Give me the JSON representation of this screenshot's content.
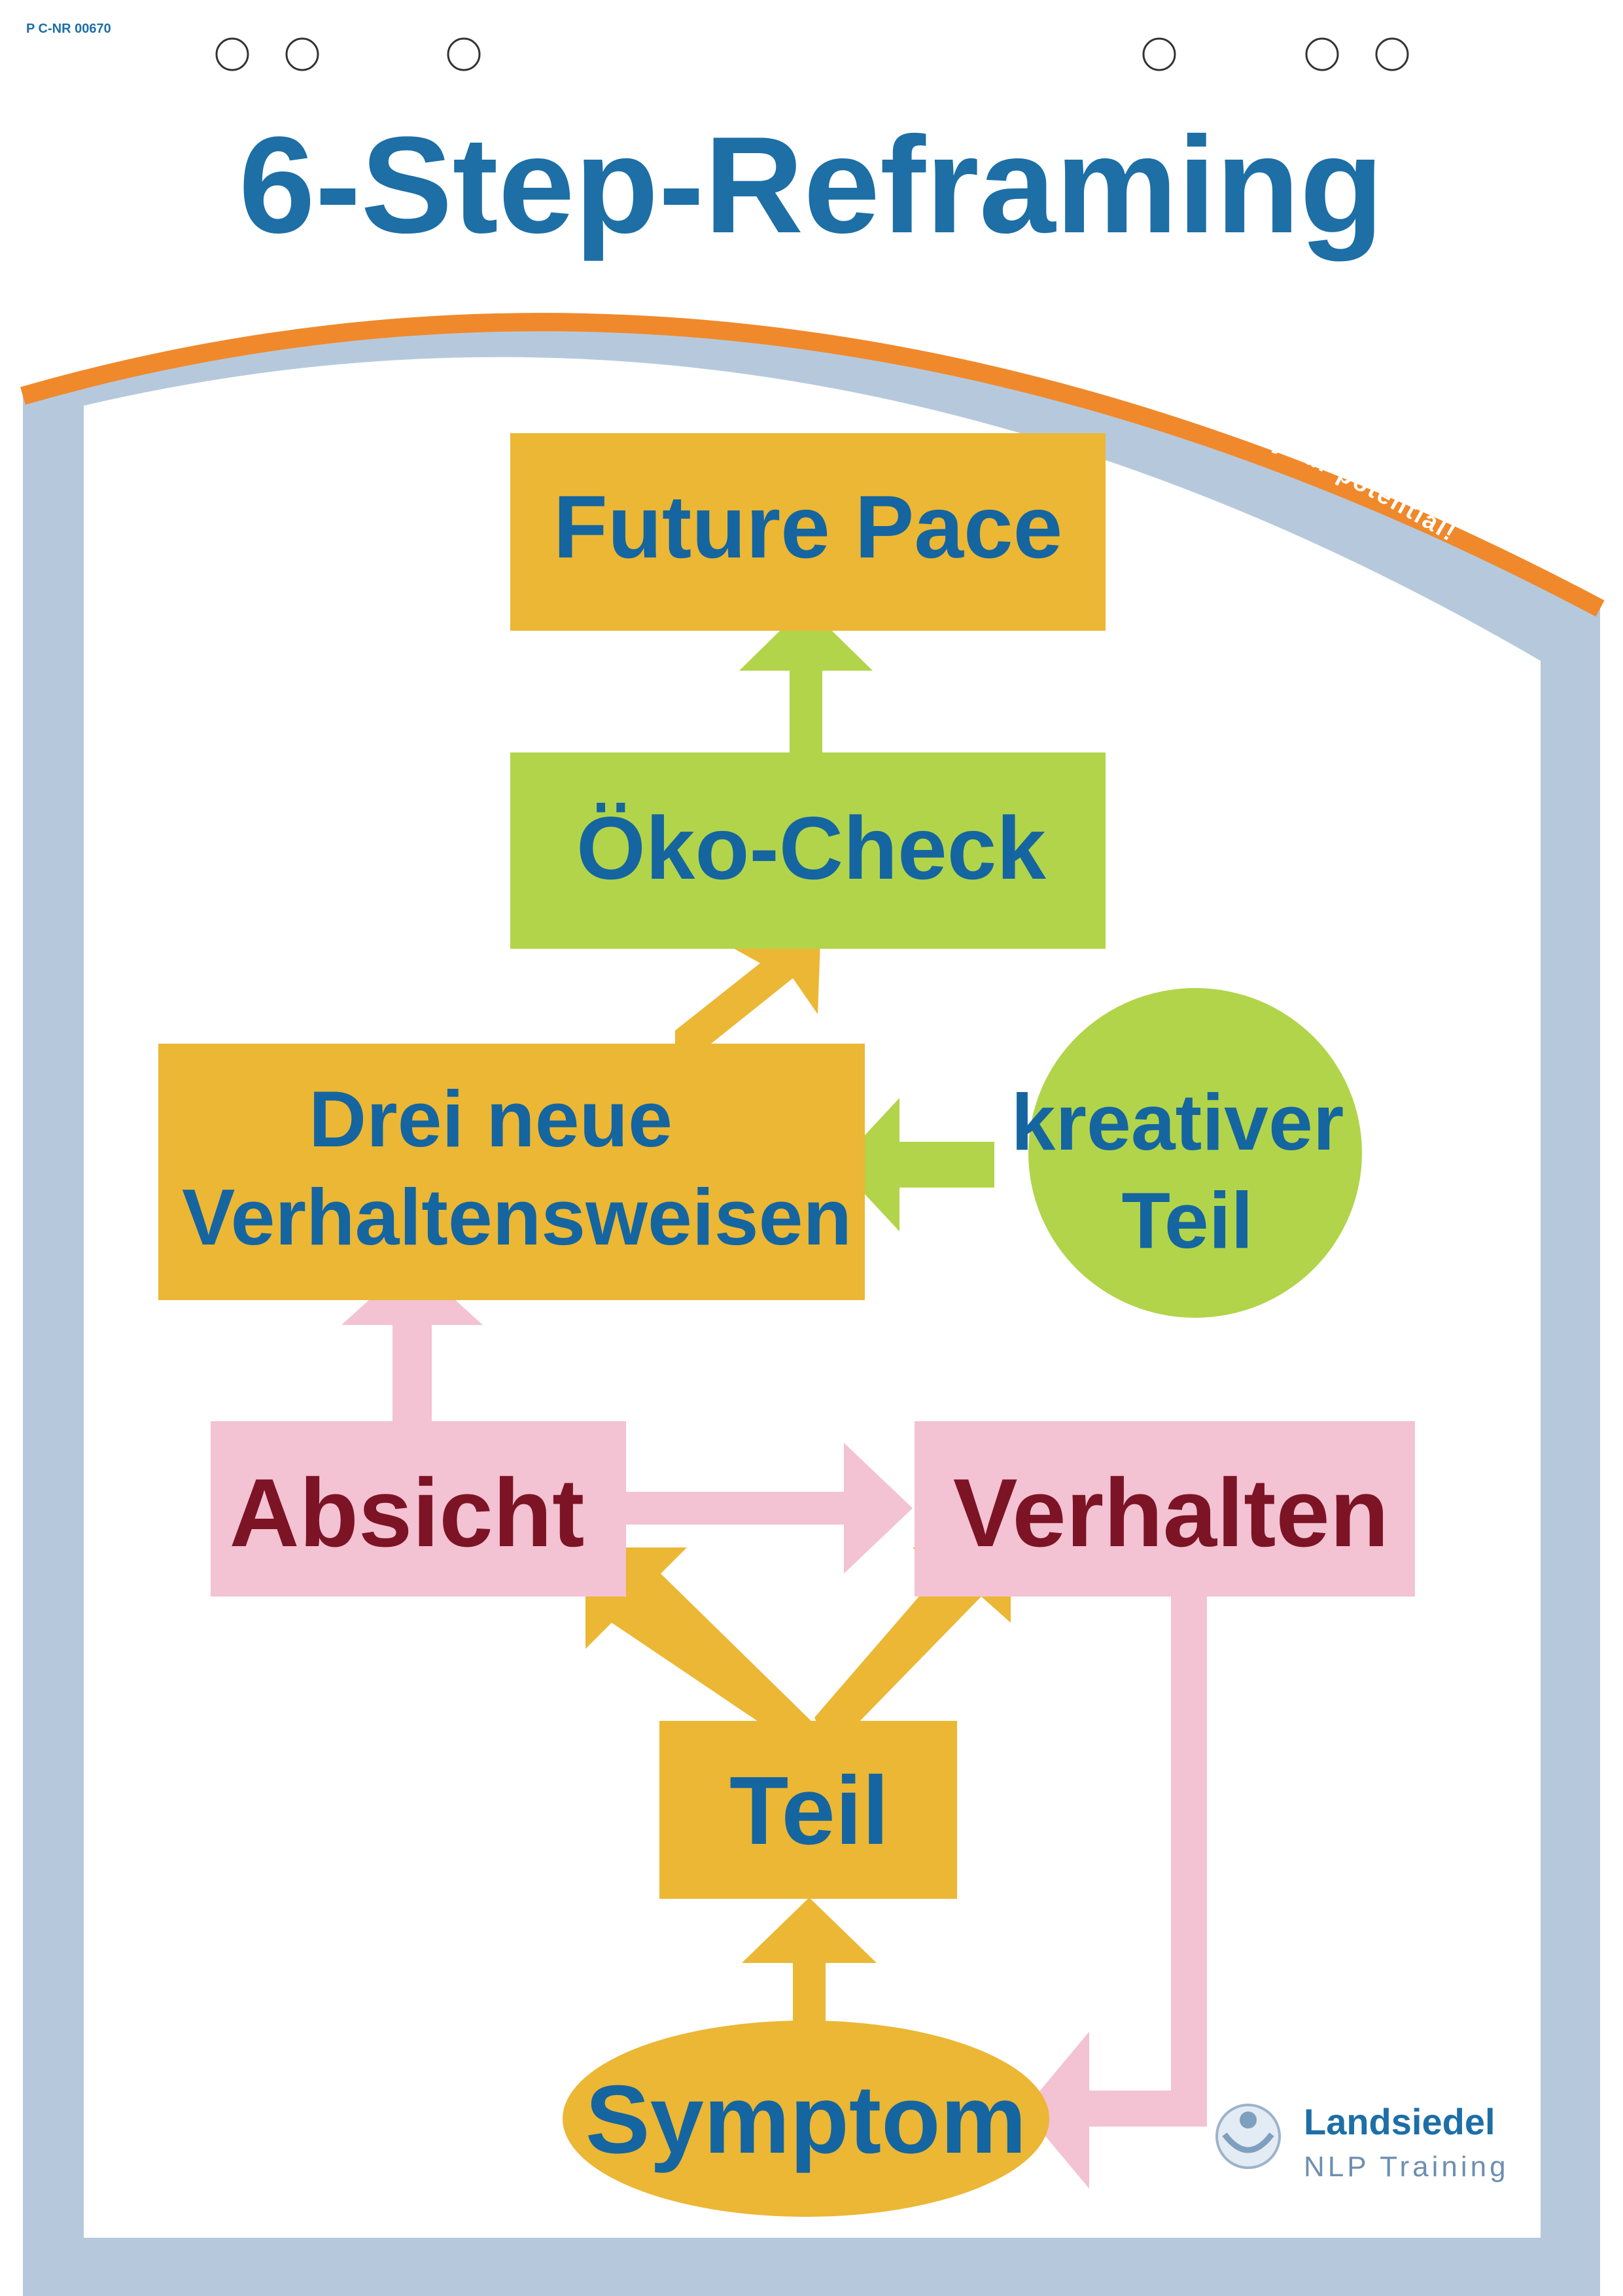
{
  "header": {
    "code": "P C-NR 00670",
    "title": "6-Step-Reframing",
    "tagline": "... empower your potential!"
  },
  "nodes": {
    "future_pace": "Future Pace",
    "oeko_check": "Öko-Check",
    "drei_neue_line1": "Drei neue",
    "drei_neue_line2": "Verhaltensweisen",
    "kreativer_line1": "kreativer",
    "kreativer_line2": "Teil",
    "absicht": "Absicht",
    "verhalten": "Verhalten",
    "teil": "Teil",
    "symptom": "Symptom"
  },
  "logo": {
    "name": "Landsiedel",
    "subtitle": "NLP Training"
  },
  "colors": {
    "title_blue": "#1d6fa6",
    "orange_arc": "#f0892b",
    "frame_blue": "#b6c9dc",
    "gold": "#ebb734",
    "lime": "#b2d44a",
    "pink": "#f3c2d3",
    "maroon": "#7c1426",
    "text_blue": "#1565a0"
  }
}
